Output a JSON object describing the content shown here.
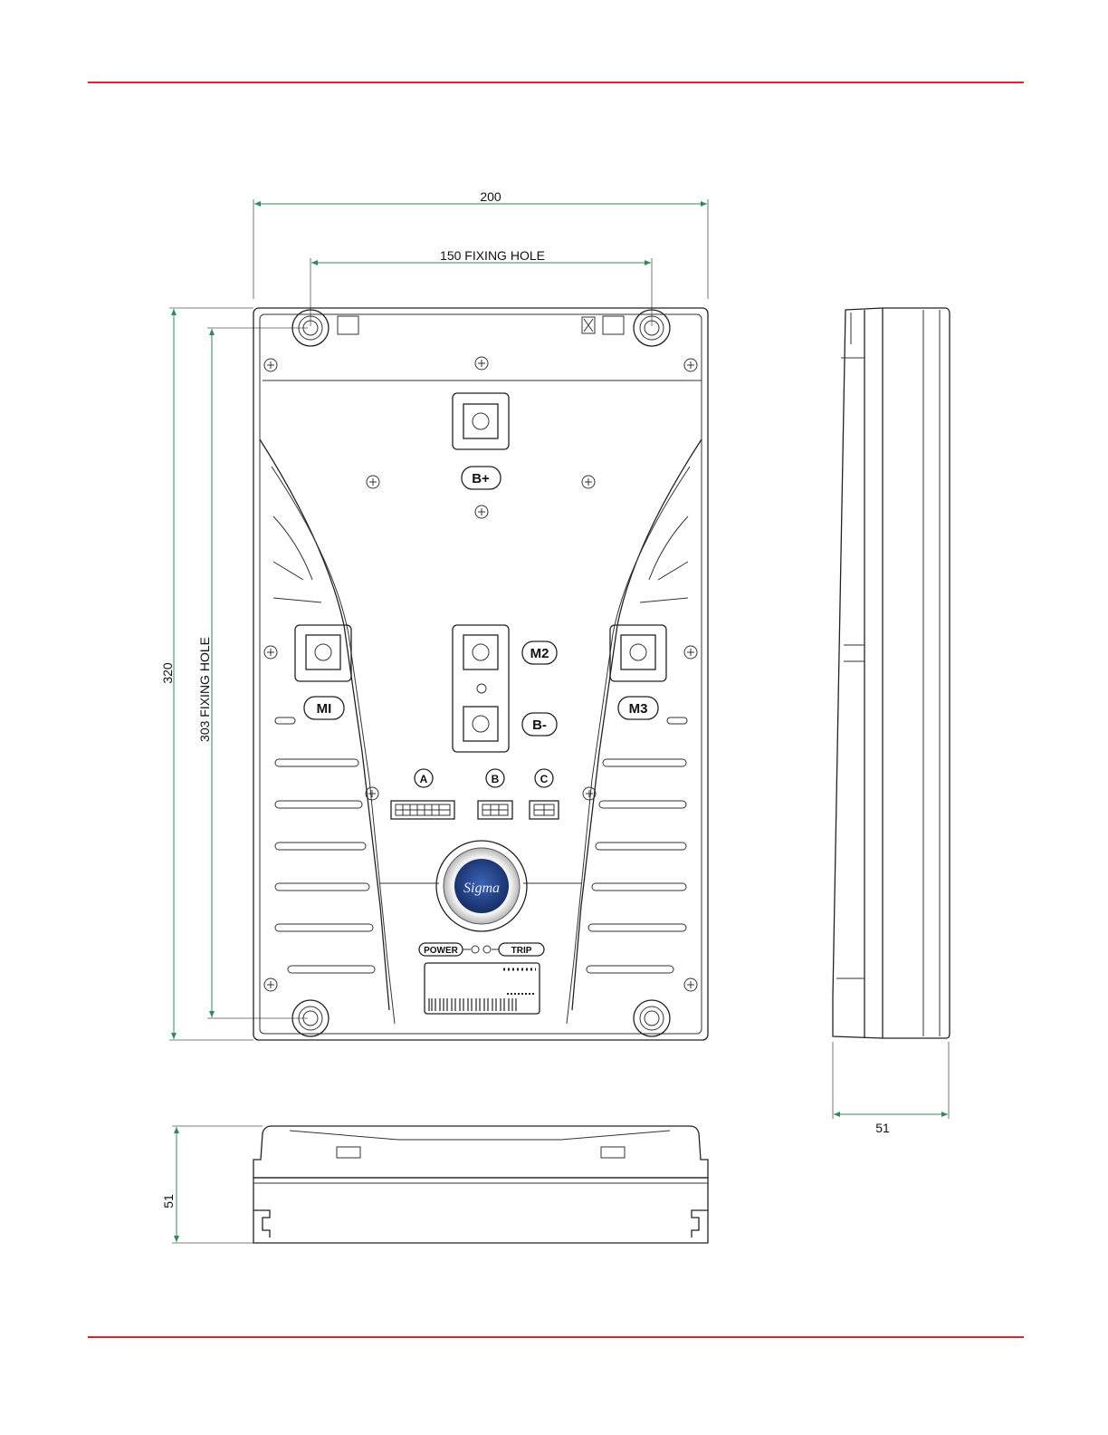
{
  "colors": {
    "rule": "#d9262c",
    "dimension": "#2e8b57",
    "line": "#222222",
    "logo": "#1e3f86"
  },
  "dimensions": {
    "overall_width": "200",
    "fixing_hole_width": "150 FIXING HOLE",
    "overall_height": "320",
    "fixing_hole_height": "303 FIXING HOLE",
    "side_depth": "51",
    "bottom_depth": "51"
  },
  "terminals": {
    "b_plus": "B+",
    "m1": "MI",
    "m2": "M2",
    "m3": "M3",
    "b_minus": "B-"
  },
  "connectors": {
    "a": "A",
    "b": "B",
    "c": "C"
  },
  "indicators": {
    "power": "POWER",
    "trip": "TRIP"
  },
  "logo": {
    "text": "Sigma"
  }
}
